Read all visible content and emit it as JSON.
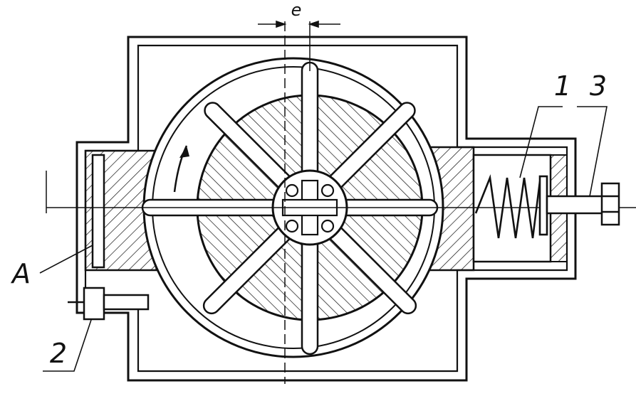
{
  "labels": {
    "e": "e",
    "one": "1",
    "three": "3",
    "a": "A",
    "two": "2"
  }
}
